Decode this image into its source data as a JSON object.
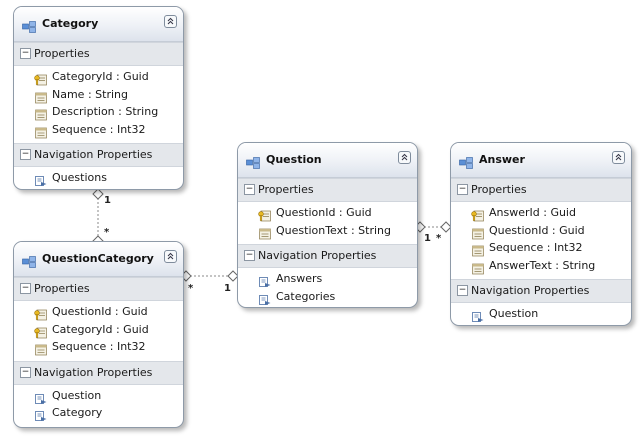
{
  "entities": [
    {
      "title": "Category",
      "sections": [
        {
          "title": "Properties",
          "items": [
            {
              "text": "CategoryId : Guid",
              "icon": "key-property-icon"
            },
            {
              "text": "Name : String",
              "icon": "property-icon"
            },
            {
              "text": "Description : String",
              "icon": "property-icon"
            },
            {
              "text": "Sequence : Int32",
              "icon": "property-icon"
            }
          ]
        },
        {
          "title": "Navigation Properties",
          "items": [
            {
              "text": "Questions",
              "icon": "navigation-property-icon"
            }
          ]
        }
      ]
    },
    {
      "title": "QuestionCategory",
      "sections": [
        {
          "title": "Properties",
          "items": [
            {
              "text": "QuestionId : Guid",
              "icon": "key-property-icon"
            },
            {
              "text": "CategoryId : Guid",
              "icon": "key-property-icon"
            },
            {
              "text": "Sequence : Int32",
              "icon": "property-icon"
            }
          ]
        },
        {
          "title": "Navigation Properties",
          "items": [
            {
              "text": "Question",
              "icon": "navigation-property-icon"
            },
            {
              "text": "Category",
              "icon": "navigation-property-icon"
            }
          ]
        }
      ]
    },
    {
      "title": "Question",
      "sections": [
        {
          "title": "Properties",
          "items": [
            {
              "text": "QuestionId : Guid",
              "icon": "key-property-icon"
            },
            {
              "text": "QuestionText : String",
              "icon": "property-icon"
            }
          ]
        },
        {
          "title": "Navigation Properties",
          "items": [
            {
              "text": "Answers",
              "icon": "navigation-property-icon"
            },
            {
              "text": "Categories",
              "icon": "navigation-property-icon"
            }
          ]
        }
      ]
    },
    {
      "title": "Answer",
      "sections": [
        {
          "title": "Properties",
          "items": [
            {
              "text": "AnswerId : Guid",
              "icon": "key-property-icon"
            },
            {
              "text": "QuestionId : Guid",
              "icon": "property-icon"
            },
            {
              "text": "Sequence : Int32",
              "icon": "property-icon"
            },
            {
              "text": "AnswerText : String",
              "icon": "property-icon"
            }
          ]
        },
        {
          "title": "Navigation Properties",
          "items": [
            {
              "text": "Question",
              "icon": "navigation-property-icon"
            }
          ]
        }
      ]
    }
  ],
  "associations": [
    {
      "from": "Category",
      "to": "QuestionCategory",
      "from_multiplicity": "1",
      "to_multiplicity": "*"
    },
    {
      "from": "QuestionCategory",
      "to": "Question",
      "from_multiplicity": "*",
      "to_multiplicity": "1"
    },
    {
      "from": "Question",
      "to": "Answer",
      "from_multiplicity": "1",
      "to_multiplicity": "*"
    }
  ],
  "icons": {
    "entity": "entity-icon",
    "collapse": "collapse-chevron-icon",
    "section_toggle": "minus-icon"
  },
  "colors": {
    "border": "#8e9aa8",
    "header": "#dde3ec",
    "section": "#e4e7eb",
    "connector": "#888888",
    "key_icon": "#d4a017"
  }
}
